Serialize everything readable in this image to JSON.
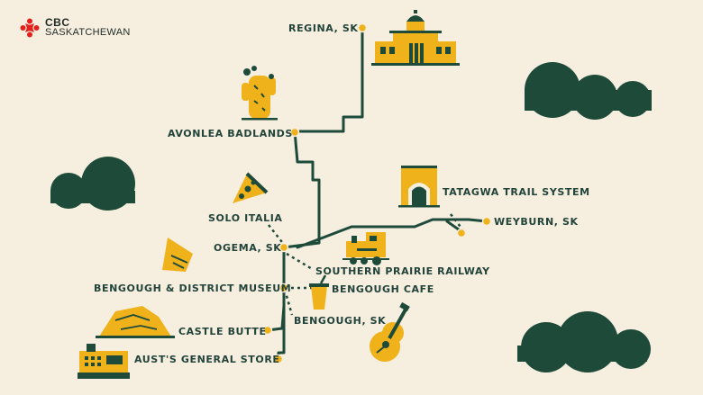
{
  "brand": {
    "line1": "CBC",
    "line2": "SASKATCHEWAN",
    "logo_icon": "cbc-gem-icon",
    "logo_color": "#e3201b"
  },
  "colors": {
    "background": "#f6efe0",
    "route": "#1e4a3a",
    "marker": "#f0b21b",
    "text": "#22433a",
    "cloud": "#1e4a3a"
  },
  "places": [
    {
      "id": "regina",
      "label": "REGINA, SK",
      "icon": "legislature-building-icon"
    },
    {
      "id": "avonlea",
      "label": "AVONLEA BADLANDS",
      "icon": "cactus-icon"
    },
    {
      "id": "tatagwa",
      "label": "TATAGWA TRAIL SYSTEM",
      "icon": "rock-arch-icon"
    },
    {
      "id": "weyburn",
      "label": "WEYBURN, SK",
      "icon": ""
    },
    {
      "id": "solo",
      "label": "SOLO ITALIA",
      "icon": "pizza-slice-icon"
    },
    {
      "id": "ogema",
      "label": "OGEMA, SK",
      "icon": ""
    },
    {
      "id": "railway",
      "label": "SOUTHERN PRAIRIE RAILWAY",
      "icon": "steam-train-icon"
    },
    {
      "id": "museum",
      "label": "BENGOUGH & DISTRICT MUSEUM",
      "icon": "arrowhead-icon"
    },
    {
      "id": "cafe",
      "label": "BENGOUGH CAFE",
      "icon": "iced-drink-icon"
    },
    {
      "id": "bengough",
      "label": "BENGOUGH, SK",
      "icon": "guitar-icon"
    },
    {
      "id": "castle",
      "label": "CASTLE BUTTE",
      "icon": "butte-icon"
    },
    {
      "id": "aust",
      "label": "AUST'S GENERAL STORE",
      "icon": "cash-register-icon"
    }
  ]
}
